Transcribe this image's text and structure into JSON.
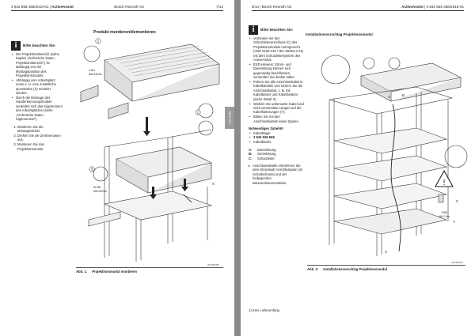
{
  "left_page": {
    "header": {
      "doc_number": "3 842 558 458/2018-01",
      "product": "ActiveAssist",
      "company": "Bosch Rexroth AG",
      "page": "7/14"
    },
    "side_tab": "DEUTSCH",
    "section_title": "Produkt montieren/demontieren",
    "note": {
      "heading": "Bitte beachten Sie:",
      "items": [
        "Der Projektionsbereich (siehe Kapitel „Technische Daten, Projektionsbereich\") ist abhängig von der Montageposition des Projektionsmoduls.",
        "Abhängig vom Arbeitsplatz muss u. U. eine zusätzliche Querstrebe (X) montiert werden.",
        "Durch die Montage des Handerkennungsmoduls verändert sich das Kippmoment des Arbeitsplatzes (siehe „Technische Daten, Kippmoment\")."
      ]
    },
    "steps": [
      "Montieren Sie die Montagewinkel.",
      "Drehen Sie die Zentriernasen aus.",
      "Montieren Sie das Projektionsmodul."
    ],
    "figure": {
      "labels": {
        "c1": "1",
        "c2": "2",
        "c3": "3",
        "x": "X",
        "torque1a": "4 Nm",
        "torque1b": "M6=18 Nm",
        "torque2a": "8x M6",
        "torque2b": "M6=18 Nm"
      },
      "fig_id": "3842558458",
      "caption_label": "Abb. 1:",
      "caption_text": "Projektionsmodul montieren"
    }
  },
  "right_page": {
    "header": {
      "page": "8/14",
      "company": "Bosch Rexroth AG",
      "product": "ActiveAssist",
      "doc_number": "3 842 558 458/2018-01"
    },
    "note": {
      "heading": "Bitte beachten Sie:",
      "items": [
        "Verbinden sie den Schutzleiteranschluss (C) des Projektionsmoduls normgerecht (VDE 0100-410 / IEC 60364-4-41) mit dem Schutzleitersystem des ActiveAssist.",
        "ESD-Hinweis: Strom- und Datenleitung können sich gegenseitig beeinflussen, vermeiden Sie direkte Nähe.",
        "Führen Sie alle Anschlusskabel in Kabelkanälen und sichern Sie die Anschlusskabel, z. B. mit Kabelbinder und Kabelbindern (siehe Detail X).",
        "Wickeln Sie unbenutzte Kabel und nicht verwendete Längen auf die Kabelhalterungen (Y).",
        "Bilden Sie mit den Anschlusskabeln keine Spulen."
      ]
    },
    "accessories": {
      "heading": "Notwendiges Zubehör",
      "items": [
        "Kabelträger",
        "3 842 526 565",
        "Kabelbinder"
      ]
    },
    "legend": [
      {
        "key": "A:",
        "value": "Datenleitung"
      },
      {
        "key": "B:",
        "value": "Stromleitung"
      },
      {
        "key": "C:",
        "value": "Schutzleiter"
      }
    ],
    "action": "Anschlussdetails entnehmen Sie dem Stromlauf/ Anschlussplan (im Schaltschrank) und der beiliegenden Baumerdokumentation.",
    "footnote": "1) Kein Lieferumfang",
    "figure": {
      "title": "Installationsvorschlag Projektionsmodul",
      "labels": {
        "a": "A",
        "b": "B",
        "c": "C",
        "x": "X",
        "y": "Y",
        "torque": "M6=7 Nm",
        "size": "SW5"
      },
      "fig_id": "3842558458",
      "caption_label": "Abb. 2:",
      "caption_text": "Installationsvorschlag Projektionsmodul"
    }
  }
}
